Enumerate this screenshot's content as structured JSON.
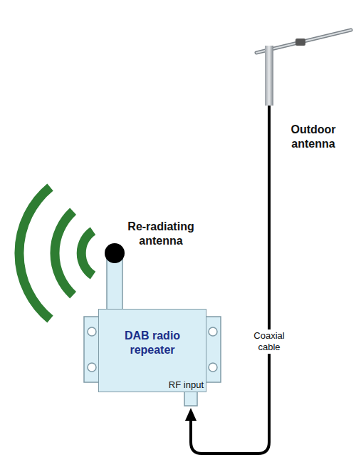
{
  "diagram": {
    "nodes": [
      {
        "text": [
          "DAB radio repeater",
          "RF input"
        ]
      }
    ],
    "labels": [
      "Re-radiating antenna",
      "Outdoor antenna",
      "Coaxial cable"
    ]
  }
}
